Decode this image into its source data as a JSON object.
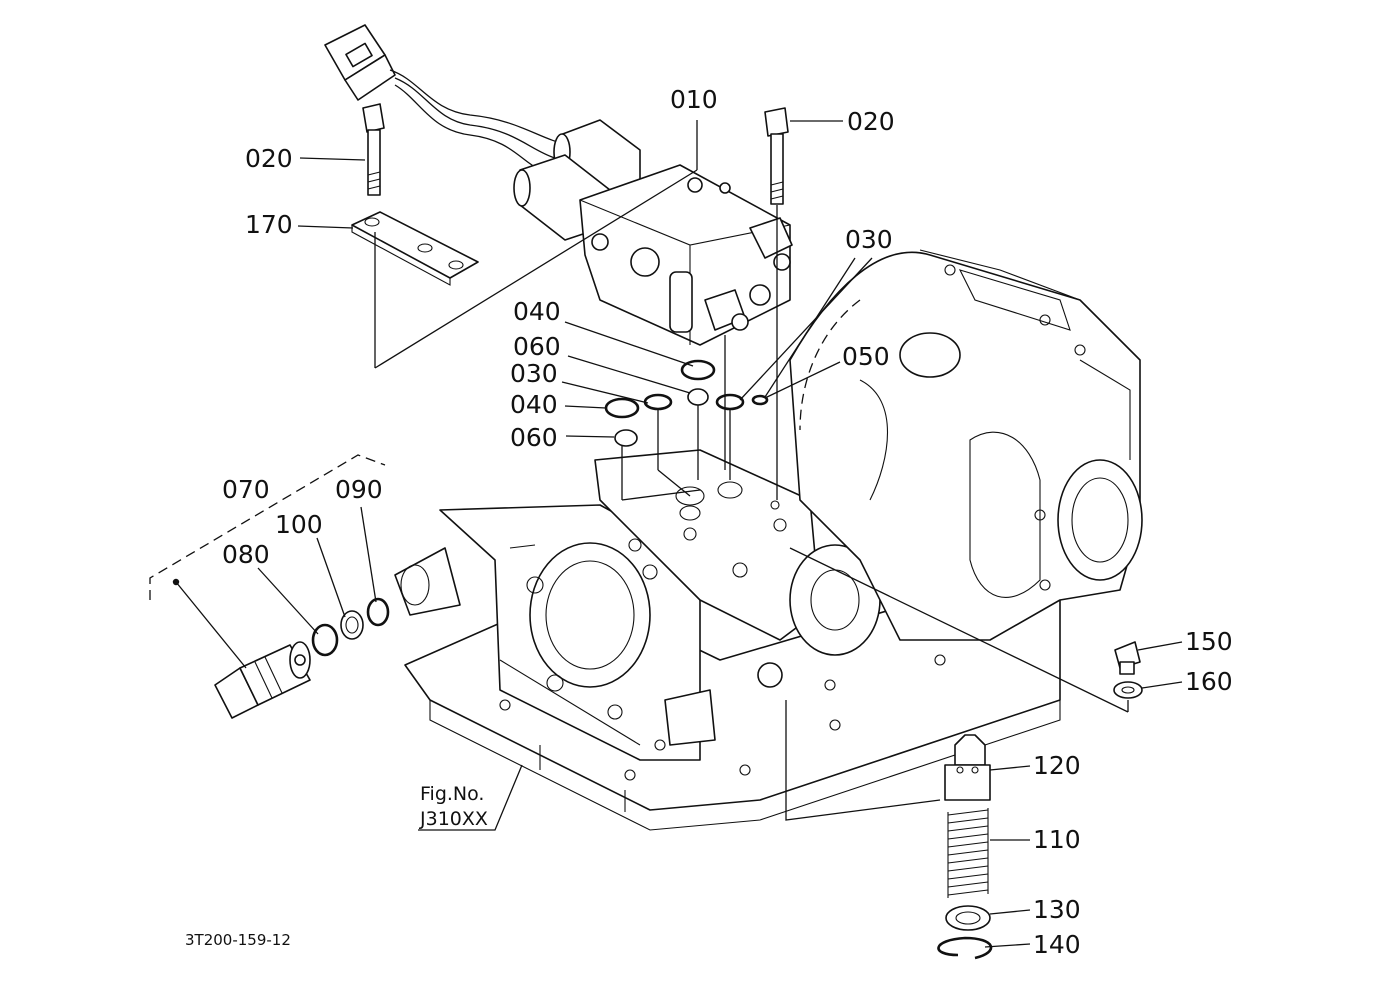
{
  "diagram": {
    "drawing_code": "3T200-159-12",
    "reference": {
      "line1": "Fig.No.",
      "line2": "J310XX"
    },
    "callouts": {
      "p010": "010",
      "p020a": "020",
      "p020b": "020",
      "p170": "170",
      "p030a": "030",
      "p040a": "040",
      "p060a": "060",
      "p030b": "030",
      "p040b": "040",
      "p060b": "060",
      "p050": "050",
      "p070": "070",
      "p090": "090",
      "p100": "100",
      "p080": "080",
      "p150": "150",
      "p160": "160",
      "p120": "120",
      "p110": "110",
      "p130": "130",
      "p140": "140"
    }
  }
}
